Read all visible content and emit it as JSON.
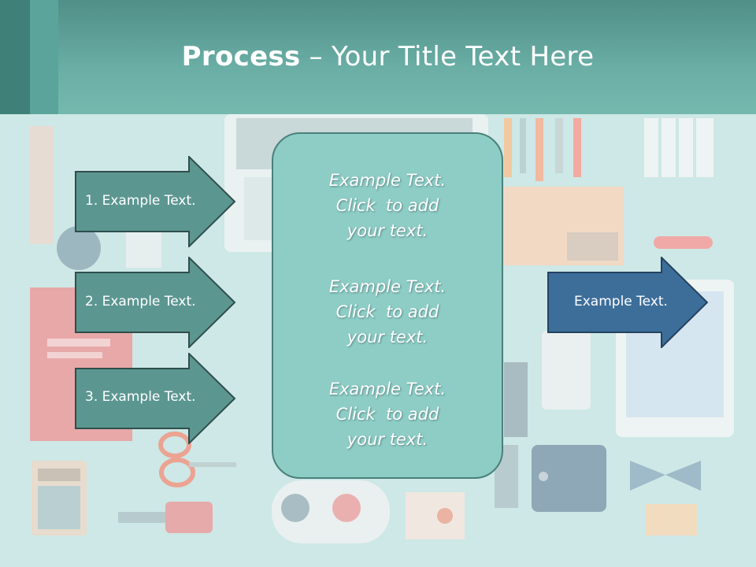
{
  "slide": {
    "title_bold": "Process",
    "title_rest": " – Your Title Text Here"
  },
  "left_arrows": [
    {
      "label": "1. Example Text."
    },
    {
      "label": "2. Example Text."
    },
    {
      "label": "3. Example Text."
    }
  ],
  "center_box": {
    "paragraphs": [
      {
        "line1": "Example Text.",
        "line2": "Click  to add",
        "line3": "your text."
      },
      {
        "line1": "Example Text.",
        "line2": "Click  to add",
        "line3": "your text."
      },
      {
        "line1": "Example Text.",
        "line2": "Click  to add",
        "line3": "your text."
      }
    ]
  },
  "right_arrow": {
    "label": "Example Text."
  },
  "colors": {
    "header": "#6aaea5",
    "left_arrow_fill": "#5c9691",
    "right_arrow_fill": "#3d6e9a",
    "center_box_fill": "#8dcdc6"
  },
  "background_icons": [
    "camera-icon",
    "laptop-icon",
    "pencil-icon",
    "knife-icon",
    "passport-icon",
    "calculator-icon",
    "scissors-icon",
    "gamepad-icon",
    "id-card-icon",
    "wallet-icon",
    "bowtie-icon",
    "phone-icon",
    "tablet-icon",
    "keys-icon",
    "books-icon"
  ]
}
